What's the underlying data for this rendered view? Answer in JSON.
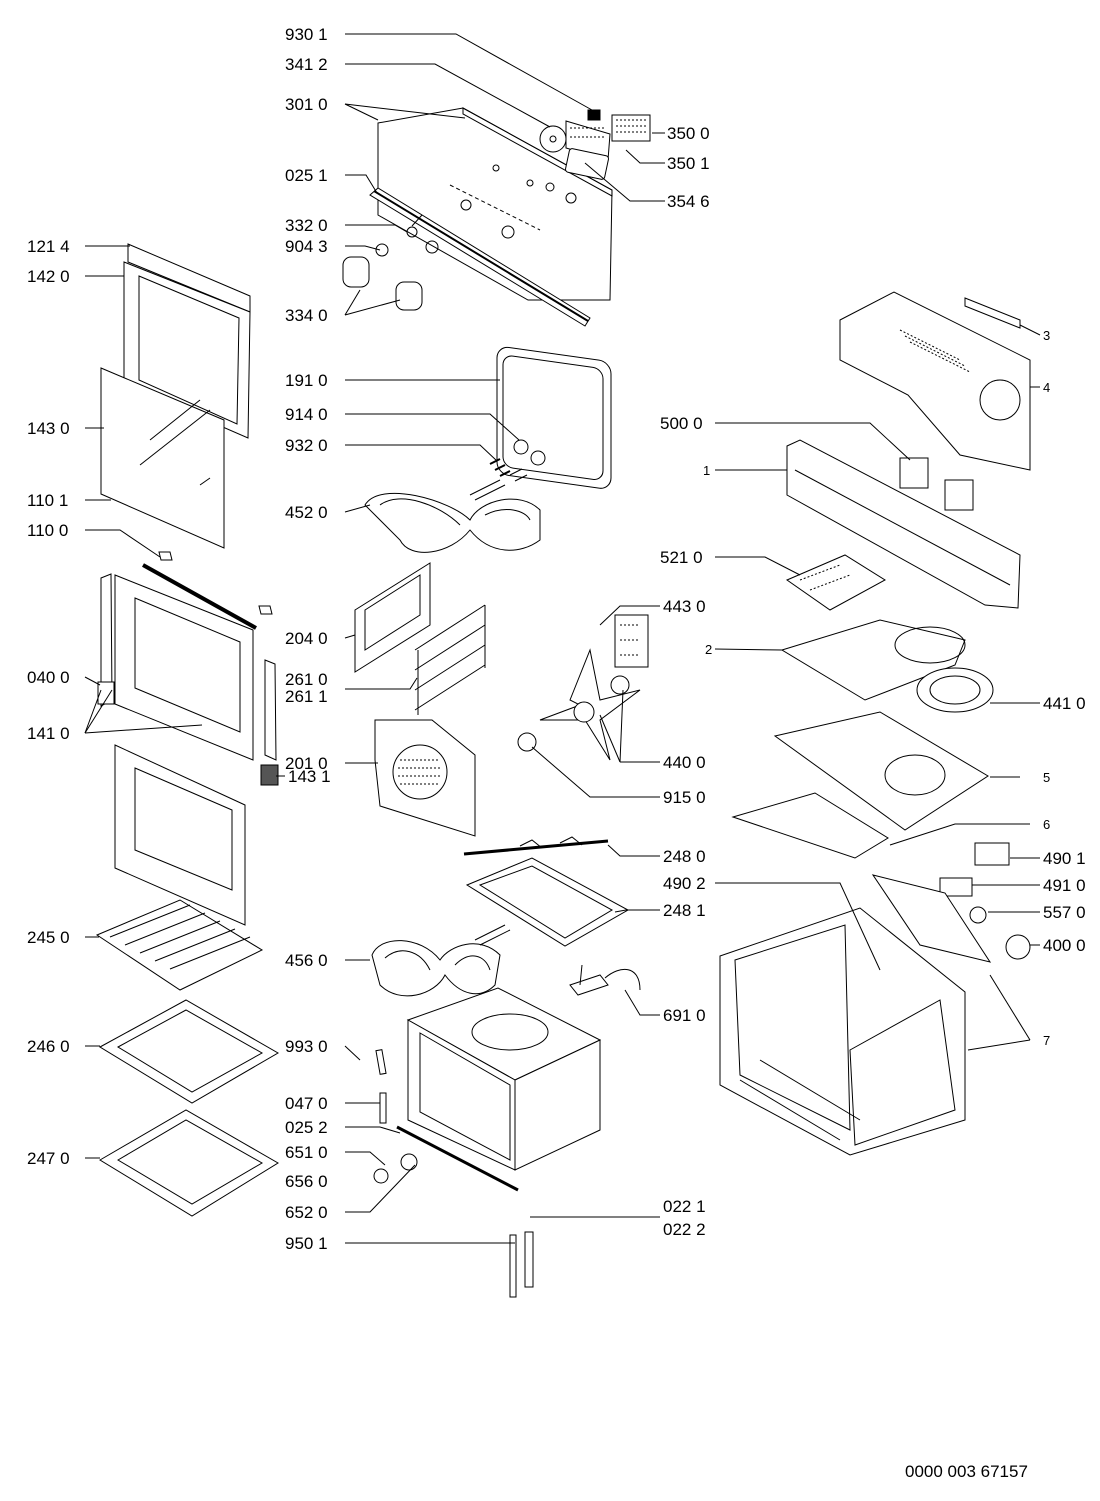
{
  "document": {
    "reference_number": "0000 003 67157"
  },
  "labels": {
    "l9301": "930 1",
    "l3412": "341 2",
    "l3010": "301 0",
    "l0251": "025 1",
    "l3500": "350 0",
    "l3501": "350 1",
    "l3546": "354 6",
    "l3320": "332 0",
    "l9043": "904 3",
    "l3340": "334 0",
    "l1214": "121 4",
    "l1420": "142 0",
    "l1430": "143 0",
    "l1101": "110 1",
    "l1100": "110 0",
    "l0400": "040 0",
    "l1410": "141 0",
    "l1910": "191 0",
    "l9140": "914 0",
    "l9320": "932 0",
    "l4520": "452 0",
    "l2040": "204 0",
    "l2610": "261 0",
    "l2611": "261 1",
    "l2010": "201 0",
    "l1431": "143 1",
    "l4430": "443 0",
    "l4400": "440 0",
    "l9150": "915 0",
    "l5000": "500 0",
    "l5210": "521 0",
    "l4410": "441 0",
    "l1": "1",
    "l2": "2",
    "l3": "3",
    "l4": "4",
    "l5": "5",
    "l6": "6",
    "l7": "7",
    "l2480": "248 0",
    "l2481": "248 1",
    "l4902": "490 2",
    "l4901": "490 1",
    "l4910": "491 0",
    "l5570": "557 0",
    "l4000": "400 0",
    "l2450": "245 0",
    "l4560": "456 0",
    "l6910": "691 0",
    "l2460": "246 0",
    "l9930": "993 0",
    "l0470": "047 0",
    "l0252": "025 2",
    "l2470": "247 0",
    "l6510": "651 0",
    "l6560": "656 0",
    "l6520": "652 0",
    "l9501": "950 1",
    "l0221": "022 1",
    "l0222": "022 2"
  }
}
